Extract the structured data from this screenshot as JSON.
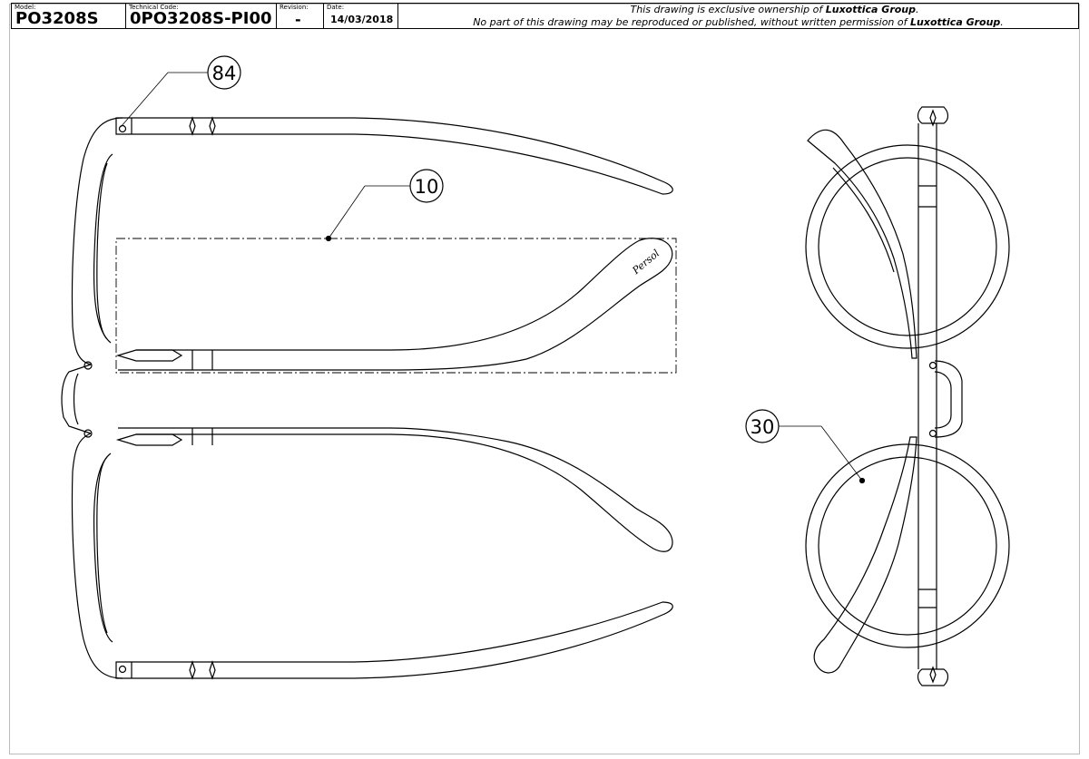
{
  "title_block": {
    "model_label": "Model:",
    "model_value": "PO3208S",
    "technical_code_label": "Technical Code:",
    "technical_code_value": "0PO3208S-PI00",
    "revision_label": "Revision:",
    "revision_value": "-",
    "date_label": "Date:",
    "date_value": "14/03/2018",
    "ownership_pre": "This drawing is exclusive ownership of ",
    "ownership_brand": "Luxottica Group",
    "ownership_post": ".",
    "reproduction_pre": "No part of this drawing may be reproduced or published, without written permission of ",
    "reproduction_brand": "Luxottica Group",
    "reproduction_post": "."
  },
  "callouts": {
    "hinge_pin": "84",
    "temple_section": "10",
    "lens": "30"
  },
  "temple_logo_text": "Persol",
  "colors": {
    "line": "#000000",
    "sheet_border": "#bcbcbc"
  }
}
